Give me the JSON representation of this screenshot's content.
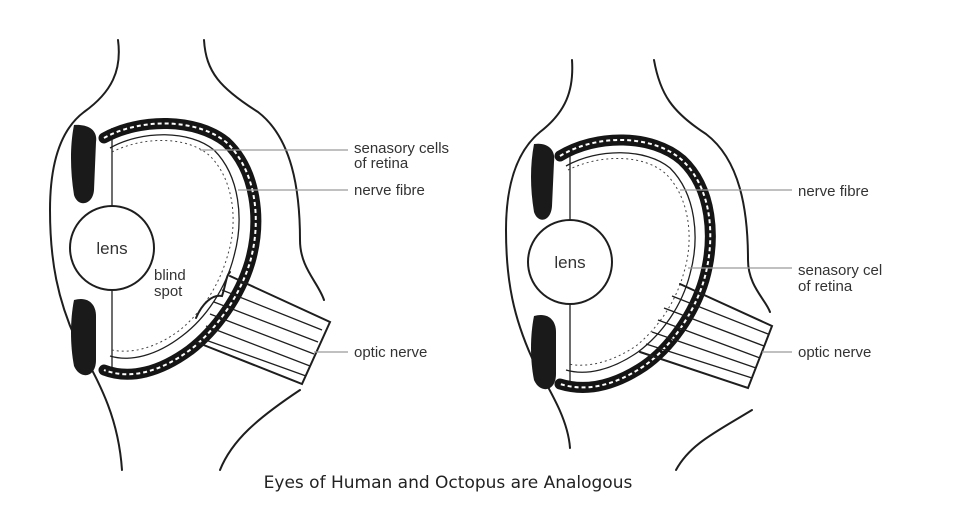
{
  "diagrams": [
    {
      "name": "human-eye",
      "lens_label": "lens",
      "labels": {
        "sensory": [
          "senasory cells",
          "of retina"
        ],
        "nerve_fibre": "nerve fibre",
        "blind_spot": [
          "blind",
          "spot"
        ],
        "optic_nerve": "optic nerve"
      }
    },
    {
      "name": "octopus-eye",
      "lens_label": "lens",
      "labels": {
        "nerve_fibre": "nerve fibre",
        "sensory": [
          "senasory cel",
          "of retina"
        ],
        "optic_nerve": "optic nerve"
      }
    }
  ],
  "caption": "Eyes of Human and Octopus are Analogous"
}
